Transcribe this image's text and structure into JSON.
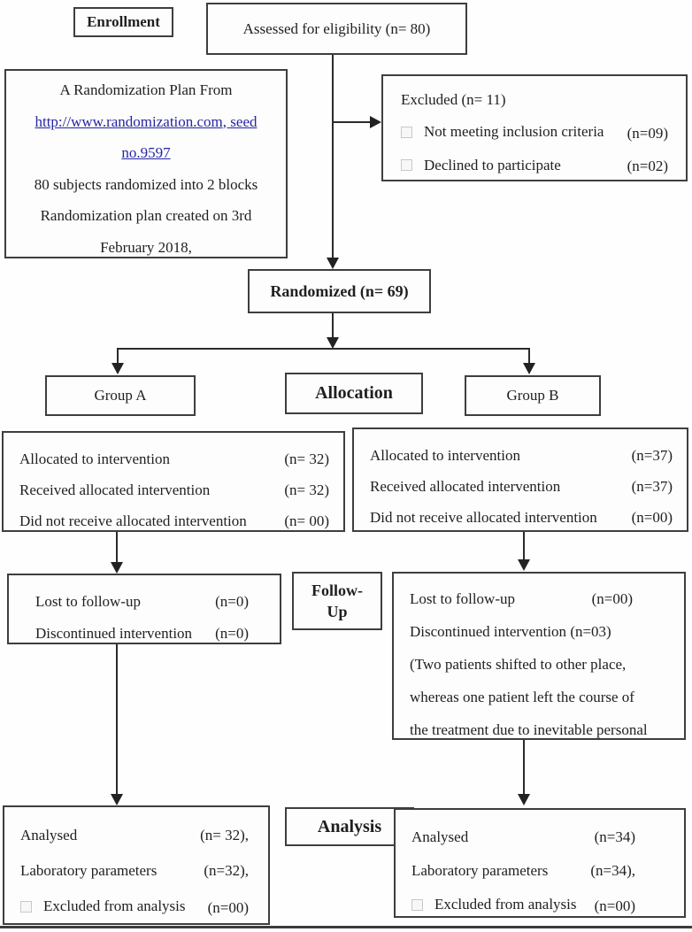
{
  "stage_labels": {
    "enrollment": "Enrollment",
    "allocation": "Allocation",
    "follow_up_line1": "Follow-",
    "follow_up_line2": "Up",
    "analysis": "Analysis"
  },
  "colors": {
    "link": "#2525a5",
    "box_border": "#3e3e3e",
    "connector": "#2b2b2b",
    "bullet_border": "#c8c8c8"
  },
  "assessed": {
    "text": "Assessed for eligibility (n= 80)"
  },
  "randomization_plan": {
    "title": "A Randomization Plan From",
    "link_line1": "http://www.randomization.com, seed",
    "link_line2": "no.9597",
    "line3": "80 subjects randomized into 2 blocks",
    "line4": "Randomization plan created on 3rd",
    "line5": "February 2018,"
  },
  "excluded": {
    "title": "Excluded (n= 11)",
    "items": [
      {
        "text": "Not meeting inclusion criteria",
        "n": "(n=09)"
      },
      {
        "text": "Declined to participate",
        "n": "(n=02)"
      }
    ]
  },
  "randomized": {
    "text": "Randomized (n= 69)"
  },
  "groups": {
    "a": "Group A",
    "b": "Group B"
  },
  "allocation_a": {
    "rows": [
      {
        "text": "Allocated to intervention",
        "n": "(n= 32)"
      },
      {
        "text": "Received allocated intervention",
        "n": "(n= 32)"
      },
      {
        "text": "Did not receive allocated intervention",
        "n": "(n= 00)"
      }
    ]
  },
  "allocation_b": {
    "rows": [
      {
        "text": "Allocated to intervention",
        "n": "(n=37)"
      },
      {
        "text": "Received allocated intervention",
        "n": "(n=37)"
      },
      {
        "text": "Did not receive allocated intervention",
        "n": "(n=00)"
      }
    ]
  },
  "follow_up_a": {
    "rows": [
      {
        "text": "Lost to follow-up",
        "n": "(n=0)"
      },
      {
        "text": "Discontinued intervention",
        "n": "(n=0)"
      }
    ]
  },
  "follow_up_b": {
    "rows": [
      {
        "text": "Lost to follow-up",
        "n": "(n=00)"
      },
      {
        "text": "Discontinued intervention",
        "n": "(n=03)"
      }
    ],
    "notes": [
      "(Two patients shifted to other place,",
      "whereas one patient left the course of",
      "the treatment due to inevitable personal"
    ]
  },
  "analysis_a": {
    "rows": [
      {
        "text": "Analysed",
        "n": "(n= 32),"
      },
      {
        "text": "Laboratory parameters",
        "n": "(n=32),"
      },
      {
        "text": "Excluded from analysis",
        "n": "(n=00)"
      }
    ]
  },
  "analysis_b": {
    "rows": [
      {
        "text": "Analysed",
        "n": "(n=34)"
      },
      {
        "text": "Laboratory parameters",
        "n": "(n=34),"
      },
      {
        "text": "Excluded from analysis",
        "n": "(n=00)"
      }
    ]
  }
}
